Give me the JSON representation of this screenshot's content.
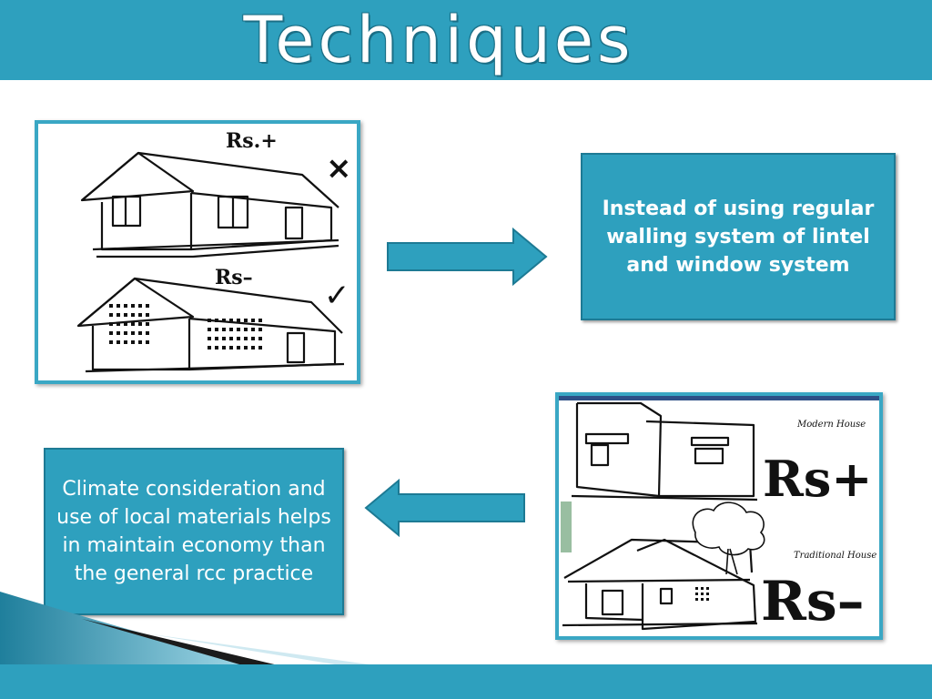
{
  "slide": {
    "title": "Techniques",
    "box_right_text": "Instead of using regular walling system of lintel and window system",
    "box_left_text": "Climate consideration and use of local materials helps in maintain economy than the general rcc practice"
  },
  "image_top_left": {
    "label_top": "Rs.+",
    "label_bottom": "Rs–",
    "mark_top": "×",
    "mark_bottom": "✓"
  },
  "image_bottom_right": {
    "caption_top": "Modern House",
    "caption_bottom": "Traditional House",
    "label_top": "Rs+",
    "label_bottom": "Rs–"
  },
  "colors": {
    "accent": "#2ea0be",
    "accent_dark": "#1d7a94",
    "frame_border": "#3aa7c4"
  }
}
